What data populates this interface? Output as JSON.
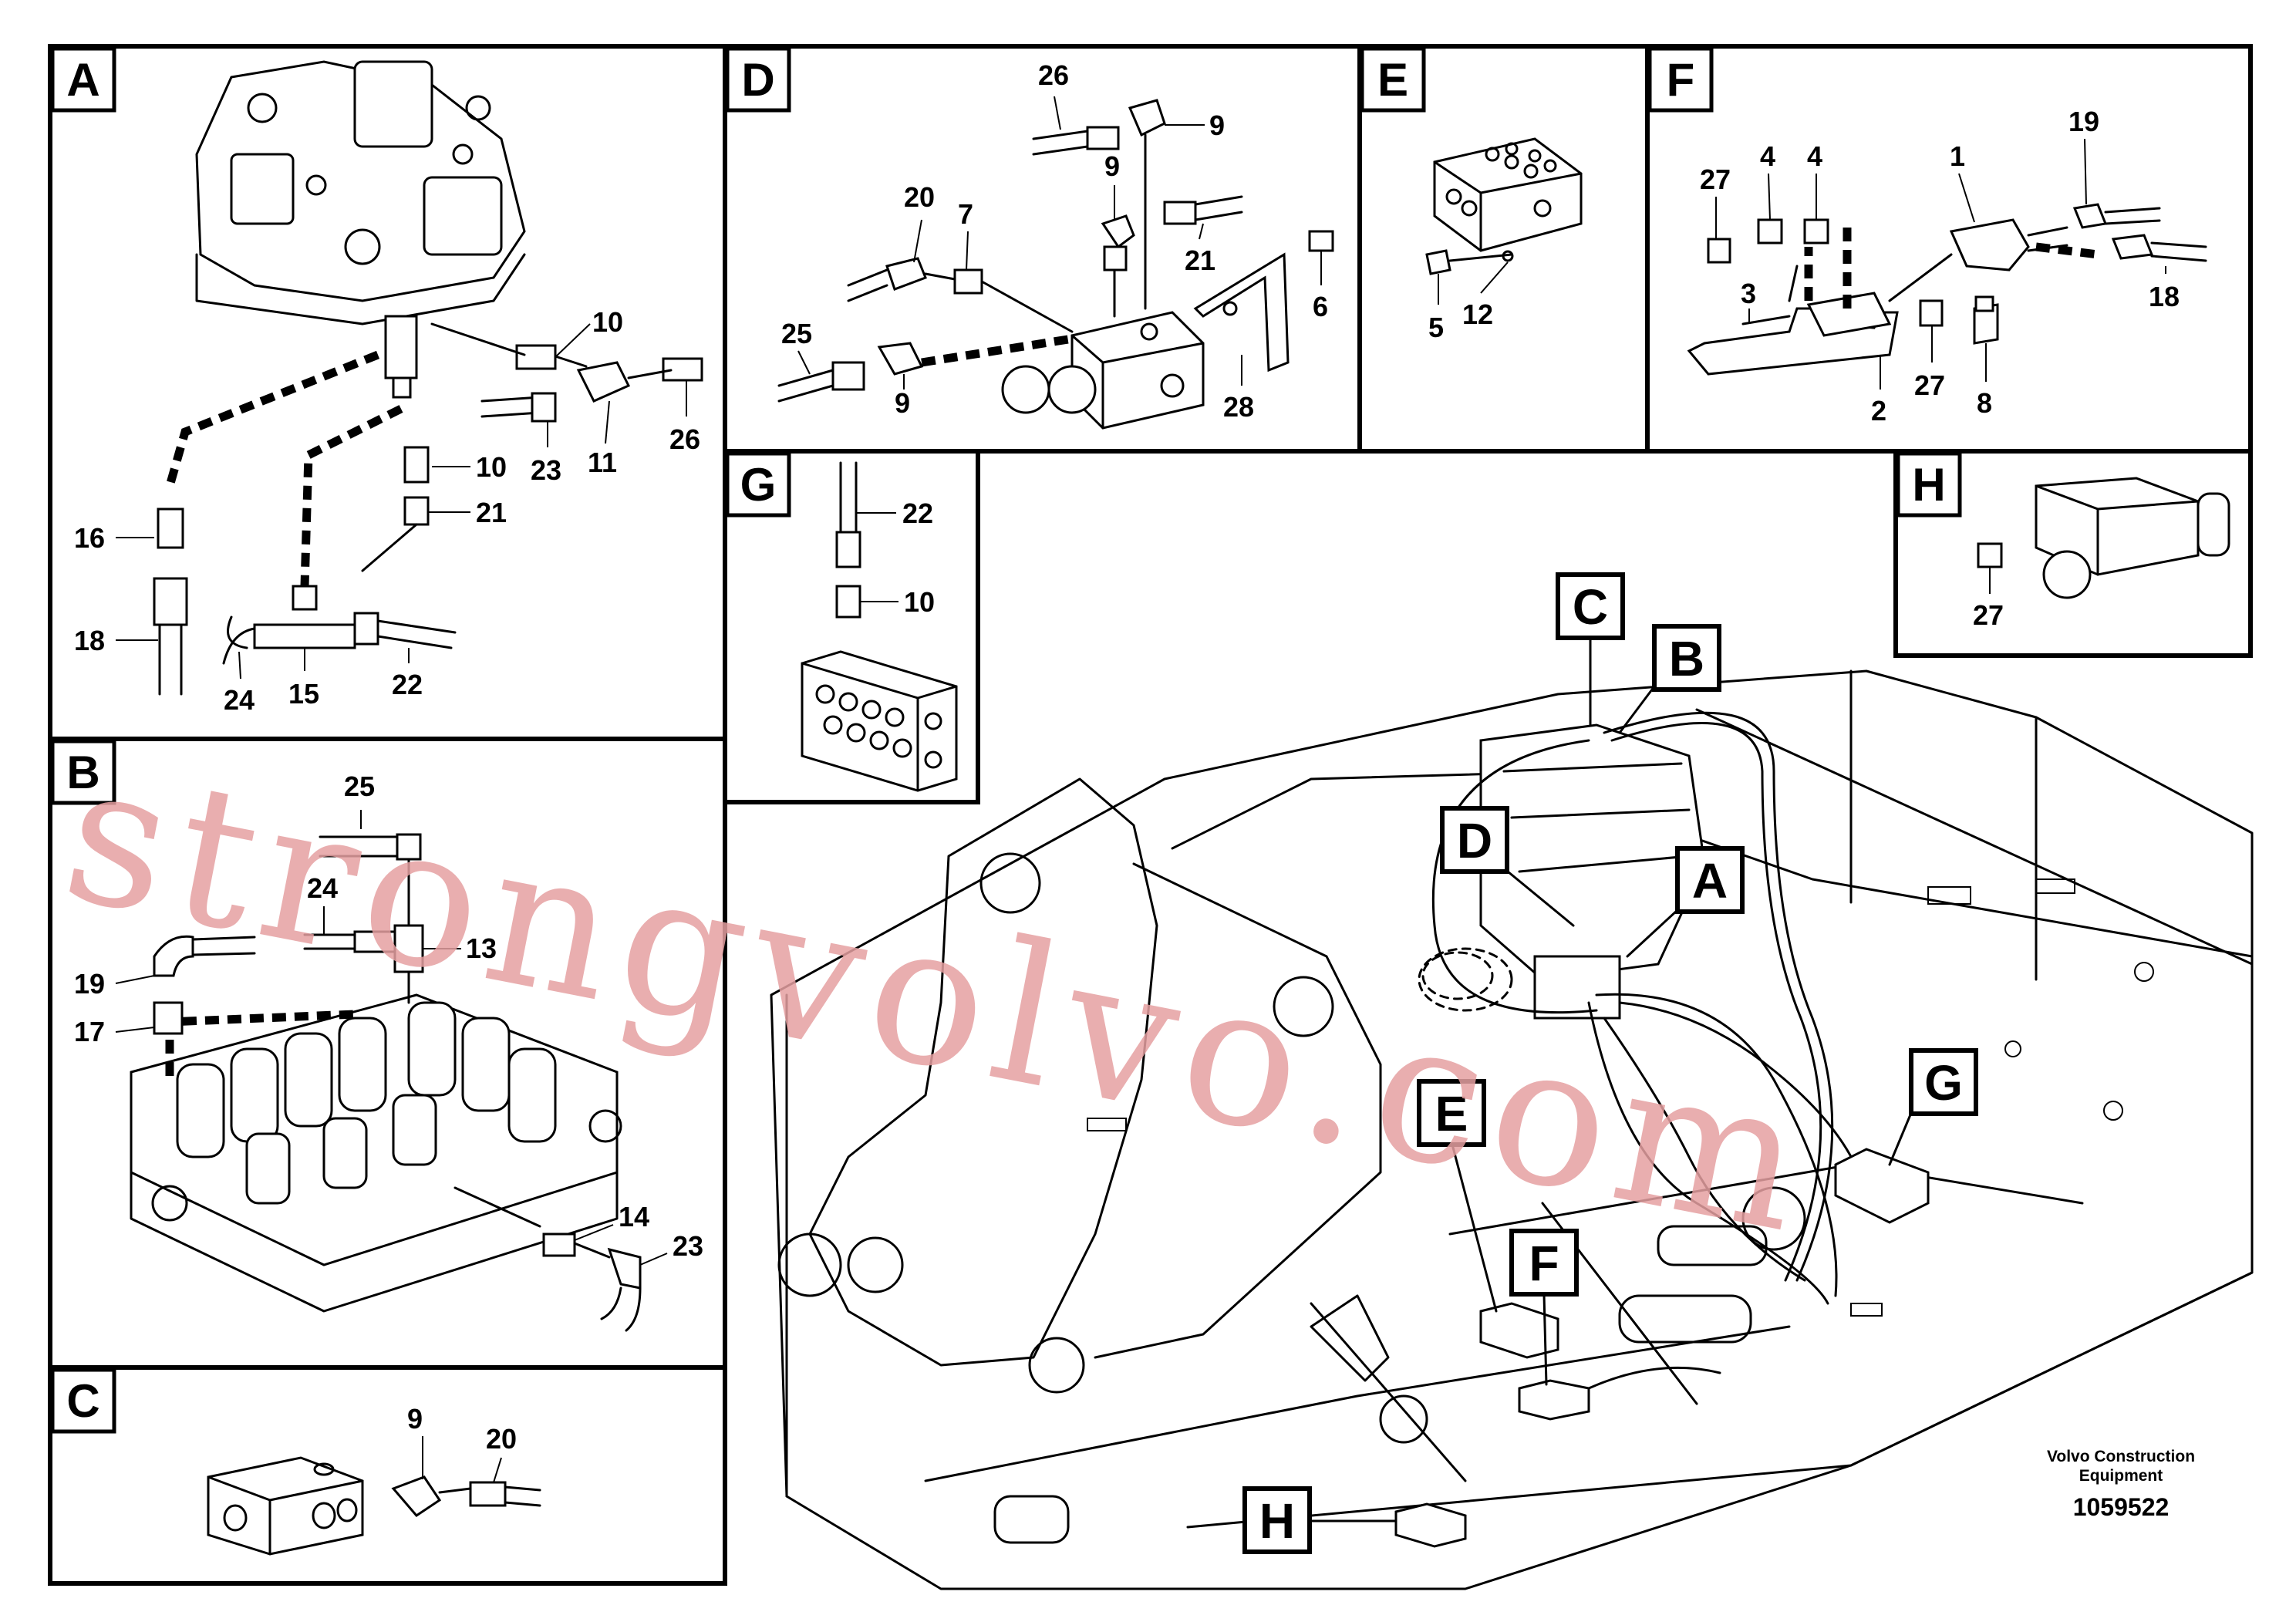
{
  "panels": [
    {
      "id": "A",
      "label": "A",
      "parts": [
        "10",
        "10",
        "11",
        "16",
        "18",
        "21",
        "22",
        "23",
        "24",
        "15",
        "26"
      ]
    },
    {
      "id": "B",
      "label": "B",
      "parts": [
        "25",
        "24",
        "13",
        "19",
        "17",
        "14",
        "23"
      ]
    },
    {
      "id": "C",
      "label": "C",
      "parts": [
        "9",
        "20"
      ]
    },
    {
      "id": "D",
      "label": "D",
      "parts": [
        "26",
        "9",
        "20",
        "7",
        "9",
        "21",
        "6",
        "25",
        "9",
        "28"
      ]
    },
    {
      "id": "E",
      "label": "E",
      "parts": [
        "5",
        "12"
      ]
    },
    {
      "id": "F",
      "label": "F",
      "parts": [
        "27",
        "4",
        "4",
        "1",
        "19",
        "3",
        "18",
        "27",
        "8",
        "2"
      ]
    },
    {
      "id": "G",
      "label": "G",
      "parts": [
        "22",
        "10"
      ]
    },
    {
      "id": "H",
      "label": "H",
      "parts": [
        "27"
      ]
    }
  ],
  "callouts": [
    "C",
    "B",
    "D",
    "A",
    "G",
    "E",
    "F",
    "H"
  ],
  "footer": {
    "maker_line1": "Volvo Construction",
    "maker_line2": "Equipment",
    "drawing_number": "1059522"
  },
  "watermark": "strongvolvo.com",
  "colors": {
    "ink": "#000000",
    "paper": "#ffffff",
    "watermark": "#e6a0a2"
  }
}
